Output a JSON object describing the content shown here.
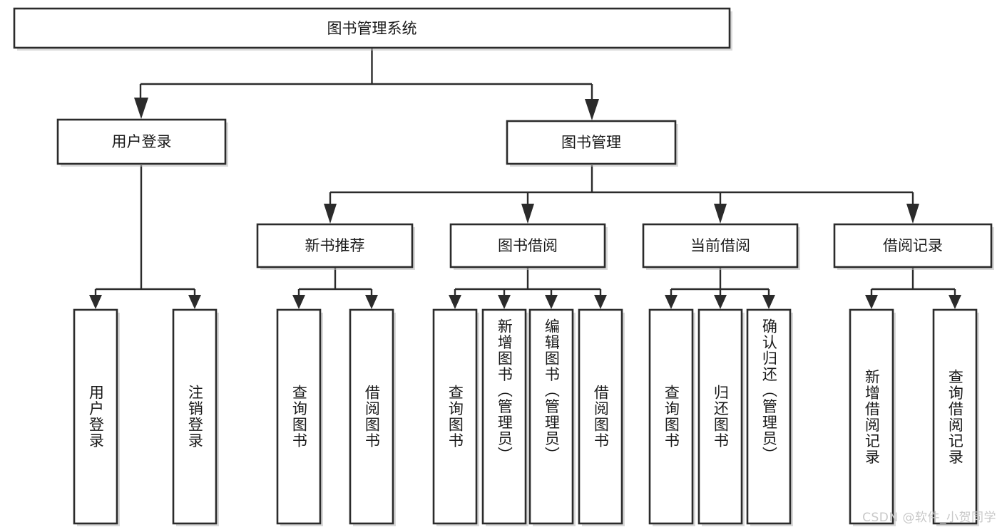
{
  "diagram": {
    "type": "tree",
    "title": "图书管理系统",
    "orientation": "top-down",
    "colors": {
      "box_fill": "#ffffff",
      "box_stroke": "#2b2b2b",
      "text": "#1a1a1a",
      "background": "#ffffff",
      "watermark": "#c8c8c8"
    }
  },
  "root": {
    "label": "图书管理系统"
  },
  "level2": [
    {
      "id": "user-login",
      "label": "用户登录"
    },
    {
      "id": "book-manage",
      "label": "图书管理"
    }
  ],
  "level3": [
    {
      "id": "new-book-recommend",
      "label": "新书推荐"
    },
    {
      "id": "book-borrow",
      "label": "图书借阅"
    },
    {
      "id": "current-borrow",
      "label": "当前借阅"
    },
    {
      "id": "borrow-record",
      "label": "借阅记录"
    }
  ],
  "leaves": [
    {
      "id": "leaf-user-login",
      "parent": "user-login",
      "label": "用户登录"
    },
    {
      "id": "leaf-logout-login",
      "parent": "user-login",
      "label": "注销登录"
    },
    {
      "id": "leaf-query-book-1",
      "parent": "new-book-recommend",
      "label": "查询图书"
    },
    {
      "id": "leaf-borrow-book-1",
      "parent": "new-book-recommend",
      "label": "借阅图书"
    },
    {
      "id": "leaf-query-book-2",
      "parent": "book-borrow",
      "label": "查询图书"
    },
    {
      "id": "leaf-add-book",
      "parent": "book-borrow",
      "label": "新增图书（管理员）"
    },
    {
      "id": "leaf-edit-book",
      "parent": "book-borrow",
      "label": "编辑图书（管理员）"
    },
    {
      "id": "leaf-borrow-book-2",
      "parent": "book-borrow",
      "label": "借阅图书"
    },
    {
      "id": "leaf-query-book-3",
      "parent": "current-borrow",
      "label": "查询图书"
    },
    {
      "id": "leaf-return-book",
      "parent": "current-borrow",
      "label": "归还图书"
    },
    {
      "id": "leaf-confirm-return",
      "parent": "current-borrow",
      "label": "确认归还（管理员）"
    },
    {
      "id": "leaf-add-record",
      "parent": "borrow-record",
      "label": "新增借阅记录"
    },
    {
      "id": "leaf-query-record",
      "parent": "borrow-record",
      "label": "查询借阅记录"
    }
  ],
  "watermark": {
    "text": "CSDN @软件_小贺同学"
  }
}
